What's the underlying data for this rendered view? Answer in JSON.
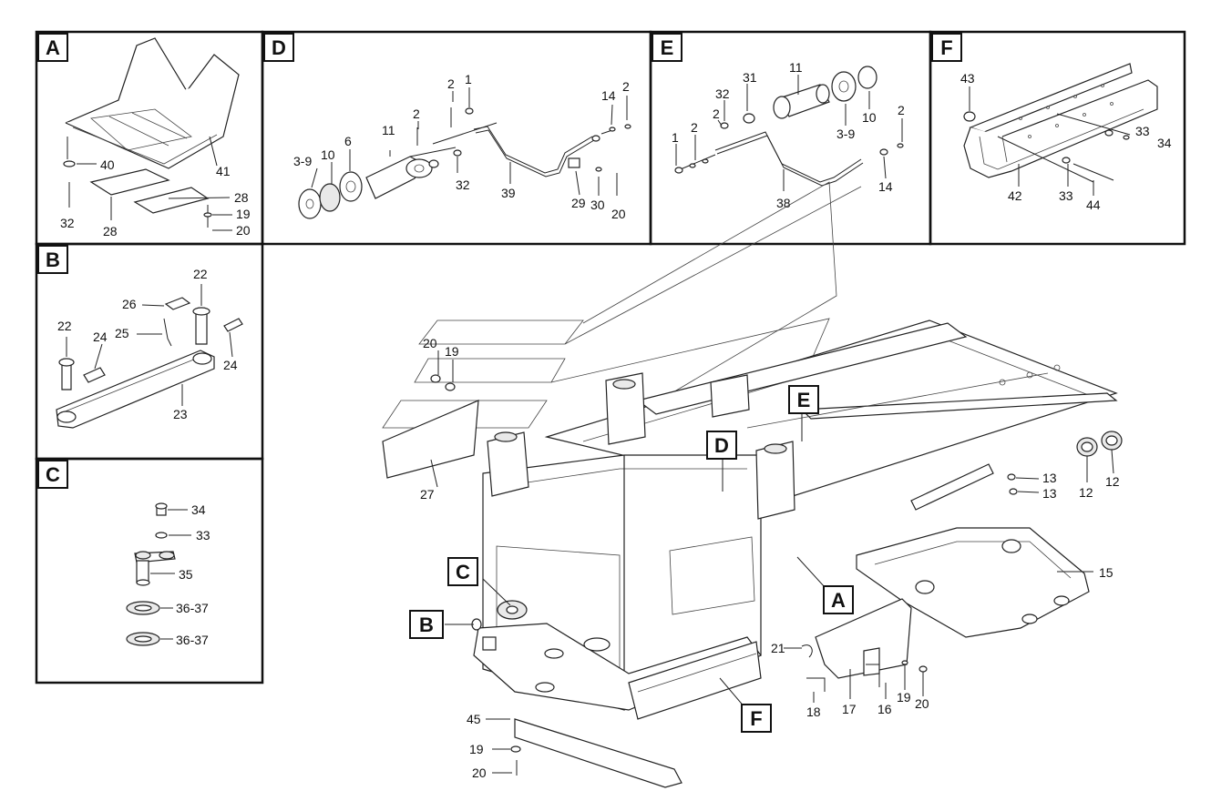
{
  "panels": {
    "A": {
      "letter": "A",
      "labels": [
        "40",
        "41",
        "32",
        "28",
        "28",
        "19",
        "20"
      ]
    },
    "B": {
      "letter": "B",
      "labels": [
        "22",
        "26",
        "25",
        "22",
        "24",
        "24",
        "23"
      ]
    },
    "C": {
      "letter": "C",
      "labels": [
        "34",
        "33",
        "35",
        "36-37",
        "36-37"
      ]
    },
    "D": {
      "letter": "D",
      "labels": [
        "1",
        "2",
        "2",
        "14",
        "2",
        "11",
        "3-9",
        "10",
        "6",
        "32",
        "39",
        "29",
        "30",
        "20"
      ]
    },
    "E": {
      "letter": "E",
      "labels": [
        "11",
        "31",
        "32",
        "2",
        "1",
        "2",
        "10",
        "3-9",
        "2",
        "38",
        "14"
      ]
    },
    "F": {
      "letter": "F",
      "labels": [
        "43",
        "33",
        "34",
        "42",
        "33",
        "44"
      ]
    }
  },
  "main": {
    "callouts": [
      "E",
      "D",
      "C",
      "B",
      "A",
      "F"
    ],
    "labels": [
      "20",
      "19",
      "27",
      "13",
      "13",
      "12",
      "12",
      "15",
      "21",
      "18",
      "17",
      "16",
      "19",
      "20",
      "45",
      "19",
      "20"
    ]
  }
}
